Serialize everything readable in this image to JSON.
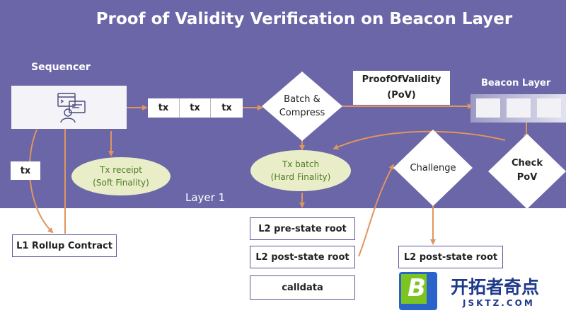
{
  "title": "Proof of Validity Verification on Beacon Layer",
  "sequencer": {
    "label": "Sequencer"
  },
  "tx_batch_cells": [
    "tx",
    "tx",
    "tx"
  ],
  "tx_side_label": "tx",
  "batch_compress": {
    "line1": "Batch &",
    "line2": "Compress"
  },
  "proof_of_validity": {
    "line1": "ProofOfValidity",
    "line2": "(PoV)"
  },
  "beacon_layer": {
    "label": "Beacon Layer"
  },
  "tx_receipt": {
    "line1": "Tx receipt",
    "line2": "(Soft Finality)"
  },
  "tx_batch": {
    "line1": "Tx batch",
    "line2": "(Hard Finality)"
  },
  "challenge": {
    "label": "Challenge"
  },
  "check_pov": {
    "line1": "Check",
    "line2": "PoV"
  },
  "layer1": {
    "label": "Layer 1"
  },
  "l1_rollup_contract": "L1 Rollup Contract",
  "l2_pre_state_root": "L2 pre-state root",
  "l2_post_state_root": "L2 post-state root",
  "calldata": "calldata",
  "l2_post_state_root_right": "L2 post-state root",
  "watermark": {
    "logo_letter": "B",
    "brand_name": "开拓者奇点",
    "url": "JSKTZ.COM"
  },
  "colors": {
    "background": "#6a66a8",
    "arrow": "#e0955e",
    "ellipse": "#e9eec8",
    "ellipse_text": "#4e7a26",
    "brand": "#1e3a8a"
  }
}
